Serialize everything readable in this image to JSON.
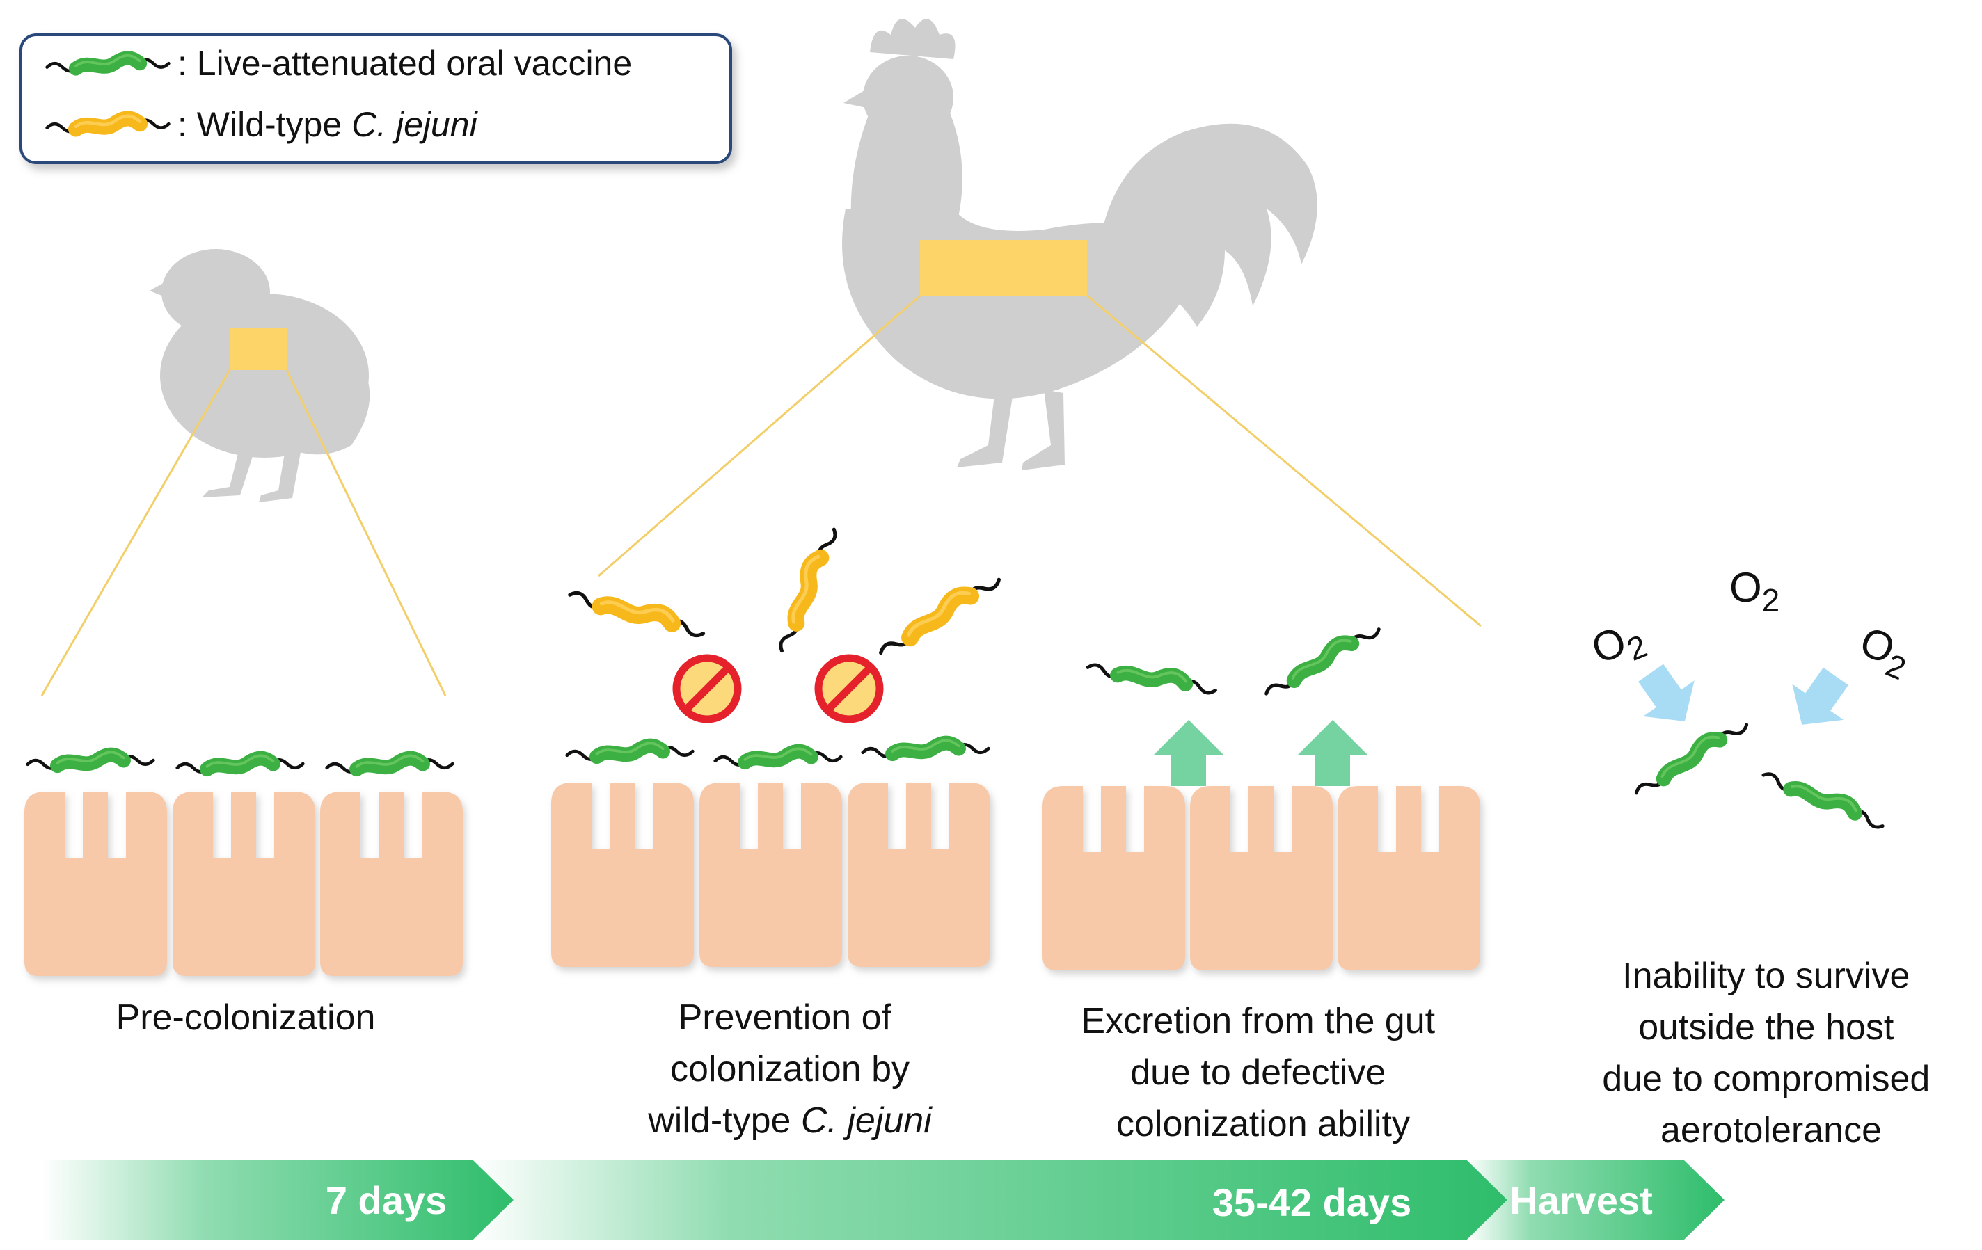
{
  "legend": {
    "vaccine_label": ": Live-attenuated oral vaccine",
    "wildtype_prefix": ": Wild-type ",
    "wildtype_italic": "C. jejuni"
  },
  "stages": {
    "precolonization": "Pre-colonization",
    "prevention": {
      "line1": "Prevention of",
      "line2": "colonization by",
      "line3_prefix": "wild-type ",
      "line3_italic": "C. jejuni"
    },
    "excretion": {
      "line1": "Excretion from the gut",
      "line2": "due to defective",
      "line3": "colonization ability"
    },
    "survival": {
      "line1": "Inability to survive",
      "line2": "outside the host",
      "line3": "due to compromised",
      "line3b": "aerotolerance"
    }
  },
  "oxygen": {
    "o_char": "O",
    "subscript": "2"
  },
  "timeline": {
    "day7": "7 days",
    "day35_42": "35-42 days",
    "harvest": "Harvest"
  },
  "colors": {
    "vaccine_green": "#3cb043",
    "wildtype_yellow": "#f7b81c",
    "bird_gray": "#cfcfcf",
    "gut_patch": "#fdd468",
    "villi": "#f7c9a8",
    "arrow_green": "#2ebd6b",
    "up_arrow": "#74d3a0",
    "o2_arrow": "#a8dcf5",
    "block_red": "#e5212b"
  },
  "icons": {
    "chick": "chick-silhouette-icon",
    "rooster": "rooster-silhouette-icon",
    "block": "no-entry-icon",
    "up_arrow": "up-arrow-icon",
    "o2_arrow": "down-arrow-icon"
  }
}
